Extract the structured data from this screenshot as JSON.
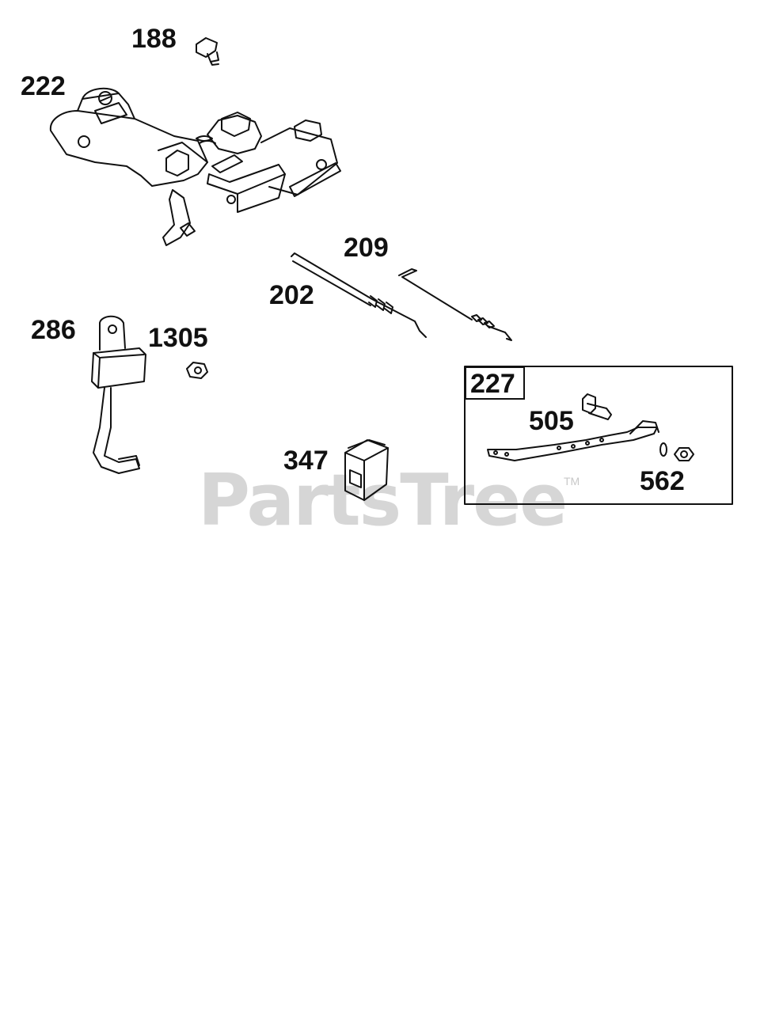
{
  "labels": {
    "p188": "188",
    "p222": "222",
    "p209": "209",
    "p202": "202",
    "p286": "286",
    "p1305": "1305",
    "p227": "227",
    "p505": "505",
    "p562": "562",
    "p347": "347"
  },
  "watermark": {
    "text": "PartsTree",
    "trademark": "TM"
  },
  "colors": {
    "line": "#111111",
    "watermark": "#d6d6d6"
  }
}
